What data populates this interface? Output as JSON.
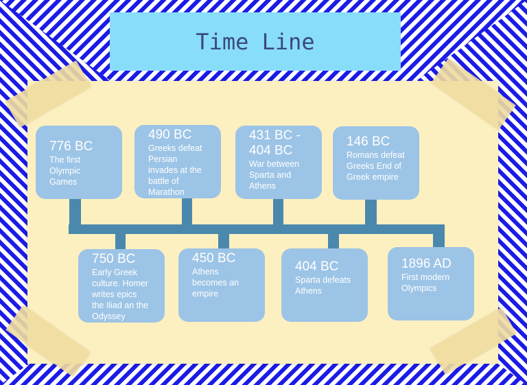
{
  "title": "Time Line",
  "events_top": [
    {
      "date": "776 BC",
      "text": "The first Olympic Games"
    },
    {
      "date": "490 BC",
      "text": "Greeks defeat Persian invades at the battle of Marathon"
    },
    {
      "date": "431 BC - 404 BC",
      "text": "War between Sparta and Athens"
    },
    {
      "date": "146 BC",
      "text": "Romans defeat Greeks End of Greek empire"
    }
  ],
  "events_bottom": [
    {
      "date": "750 BC",
      "text": "Early Greek culture. Homer writes epics the Iliad an the Odyssey"
    },
    {
      "date": "450 BC",
      "text": "Athens becomes an empire"
    },
    {
      "date": "404 BC",
      "text": "Sparta defeats Athens"
    },
    {
      "date": "1896 AD",
      "text": "First modern Olympics"
    }
  ]
}
